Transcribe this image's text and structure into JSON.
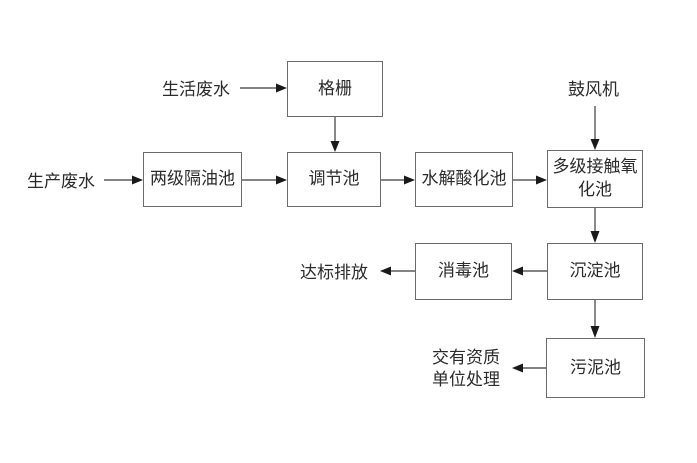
{
  "diagram": {
    "title_hint": "wastewater-treatment-process-flowchart",
    "nodes": [
      {
        "id": "geshan",
        "label": "格栅"
      },
      {
        "id": "liangji",
        "label": "两级隔油池"
      },
      {
        "id": "tiaojie",
        "label": "调节池"
      },
      {
        "id": "shuijie",
        "label": "水解酸化池"
      },
      {
        "id": "duoji",
        "label": "多级接触氧化池"
      },
      {
        "id": "chendian",
        "label": "沉淀池"
      },
      {
        "id": "xiaodu",
        "label": "消毒池"
      },
      {
        "id": "wuni",
        "label": "污泥池"
      }
    ],
    "labels": [
      {
        "id": "shenghuo",
        "text": "生活废水"
      },
      {
        "id": "shengchan",
        "text": "生产废水"
      },
      {
        "id": "gufengji",
        "text": "鼓风机"
      },
      {
        "id": "dabiao",
        "text": "达标排放"
      },
      {
        "id": "jiaoyou",
        "text": "交有资质\n单位处理"
      }
    ],
    "edges": [
      {
        "from": "生活废水",
        "to": "格栅",
        "direction": "right"
      },
      {
        "from": "格栅",
        "to": "调节池",
        "direction": "down"
      },
      {
        "from": "生产废水",
        "to": "两级隔油池",
        "direction": "right"
      },
      {
        "from": "两级隔油池",
        "to": "调节池",
        "direction": "right"
      },
      {
        "from": "调节池",
        "to": "水解酸化池",
        "direction": "right",
        "note": "double-arrowhead"
      },
      {
        "from": "水解酸化池",
        "to": "多级接触氧化池",
        "direction": "right"
      },
      {
        "from": "鼓风机",
        "to": "多级接触氧化池",
        "direction": "down"
      },
      {
        "from": "多级接触氧化池",
        "to": "沉淀池",
        "direction": "down"
      },
      {
        "from": "沉淀池",
        "to": "消毒池",
        "direction": "left"
      },
      {
        "from": "消毒池",
        "to": "达标排放",
        "direction": "left"
      },
      {
        "from": "沉淀池",
        "to": "污泥池",
        "direction": "down"
      },
      {
        "from": "污泥池",
        "to": "交有资质单位处理",
        "direction": "left"
      }
    ],
    "colors": {
      "background": "#ffffff",
      "box_border": "#6b6b6b",
      "text": "#2b2b2b",
      "arrow": "#2a2a2a"
    }
  }
}
